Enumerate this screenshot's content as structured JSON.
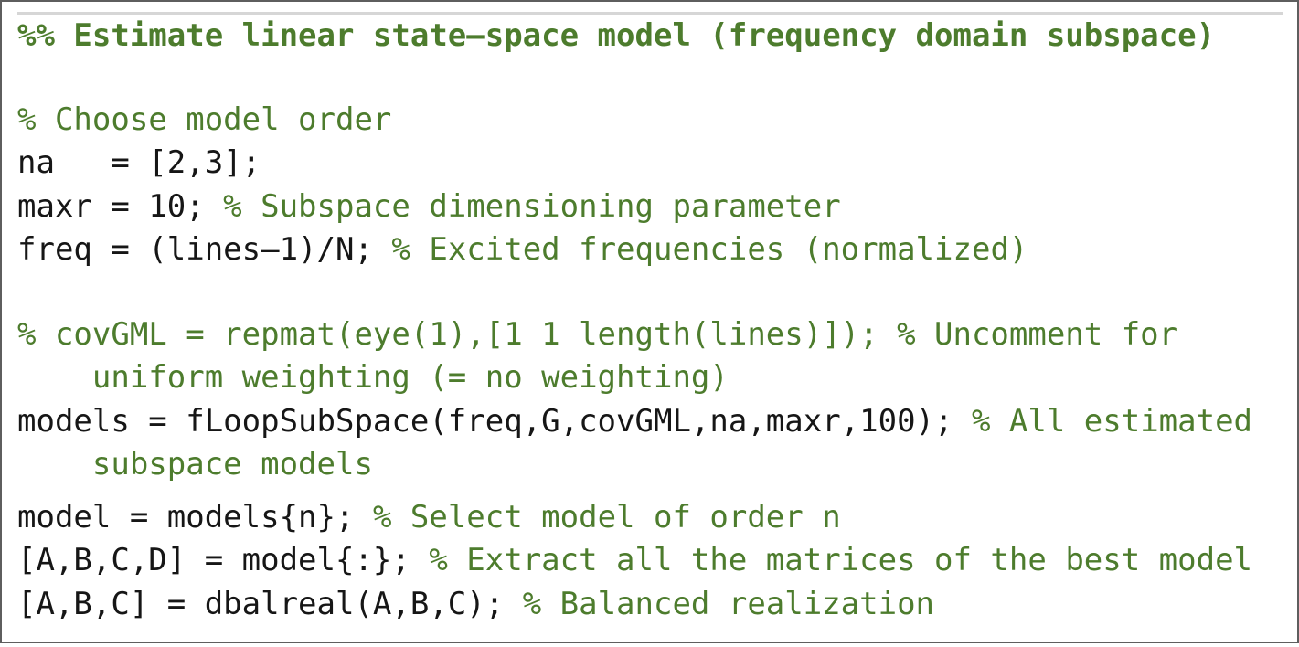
{
  "colors": {
    "comment_green": "#4d7c2d",
    "code_black": "#161616",
    "frame_border_gray": "#5e5e5e",
    "section_divider_gray": "#d6d6d6",
    "background": "#ffffff"
  },
  "section": {
    "title": "%% Estimate linear state—space model (frequency domain subspace)"
  },
  "lines": [
    {
      "comment": "% Choose model order"
    },
    {
      "code": "na   = [2,3];"
    },
    {
      "code": "maxr = 10; ",
      "comment": "% Subspace dimensioning parameter"
    },
    {
      "code": "freq = (lines—1)/N; ",
      "comment": "% Excited frequencies (normalized)"
    },
    {
      "comment": "% covGML = repmat(eye(1),[1 1 length(lines)]); % Uncomment for"
    },
    {
      "comment": "    uniform weighting (= no weighting)"
    },
    {
      "code": "models = fLoopSubSpace(freq,G,covGML,na,maxr,100); ",
      "comment": "% All estimated"
    },
    {
      "comment": "    subspace models"
    },
    {
      "code": "model = models{n}; ",
      "comment": "% Select model of order n"
    },
    {
      "code": "[A,B,C,D] = model{:}; ",
      "comment": "% Extract all the matrices of the best model"
    },
    {
      "code": "[A,B,C] = dbalreal(A,B,C); ",
      "comment": "% Balanced realization"
    }
  ]
}
